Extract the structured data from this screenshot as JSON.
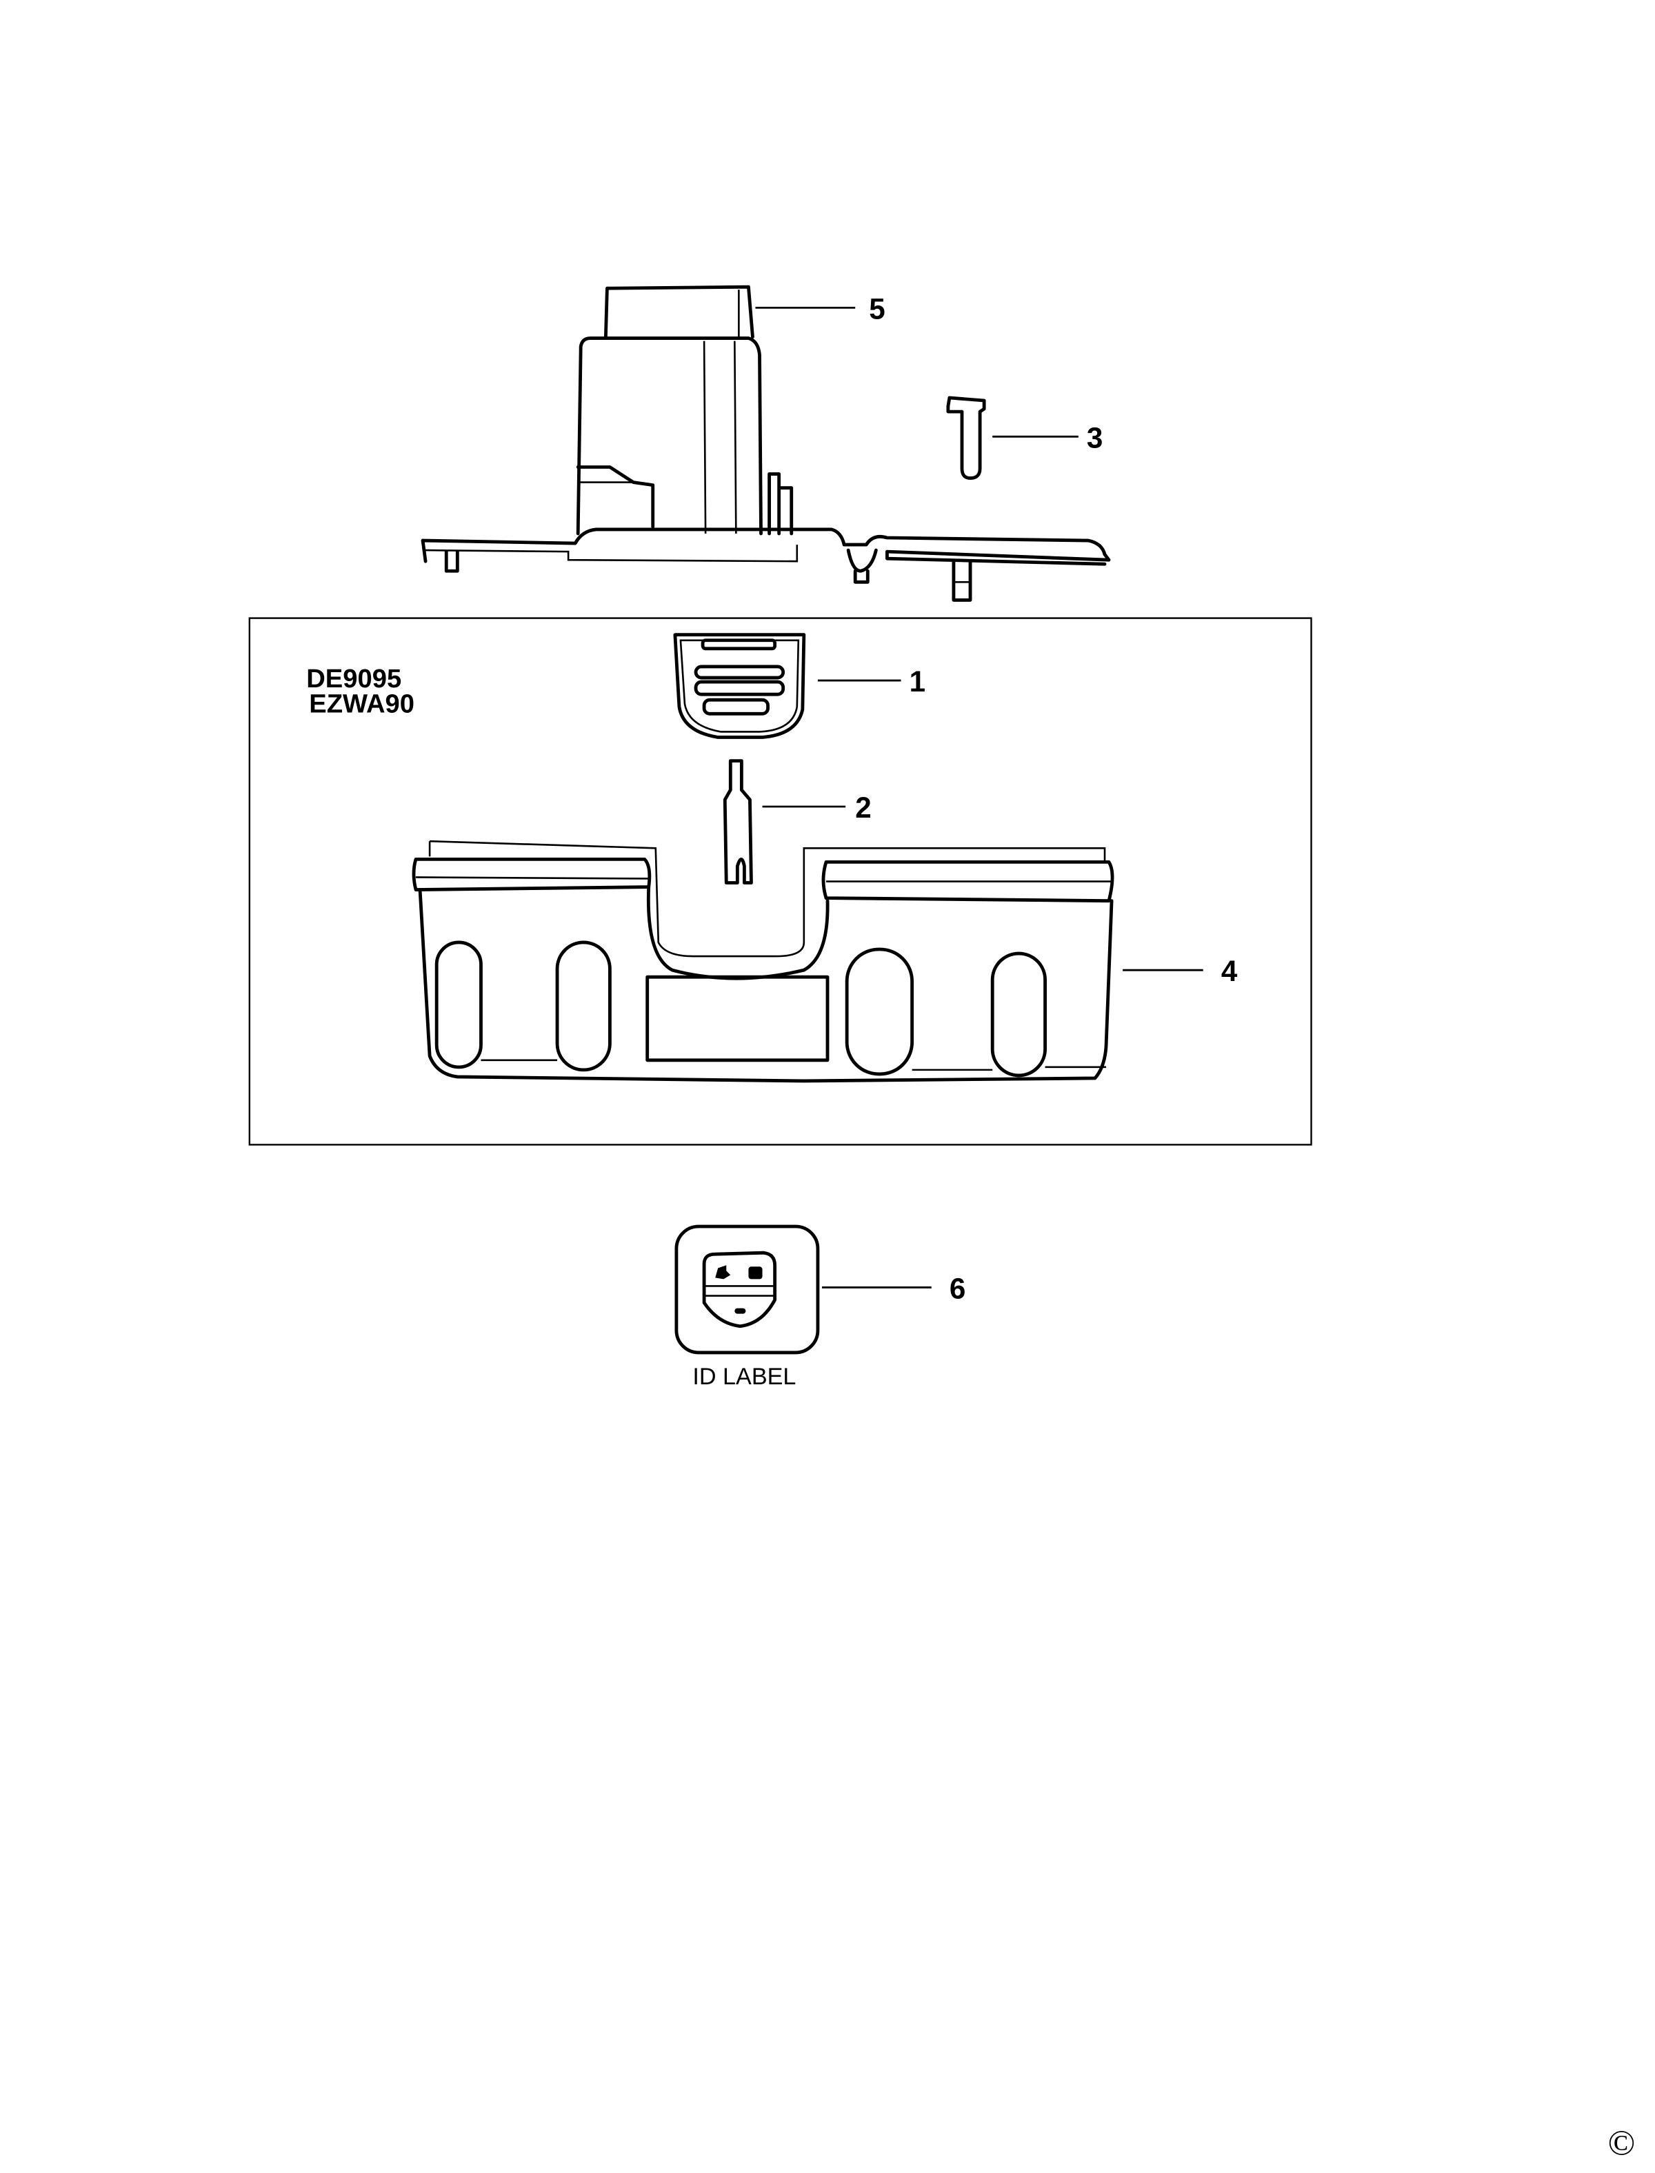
{
  "diagram": {
    "models": [
      "DE9095",
      "EZWA90"
    ],
    "parts": [
      {
        "callout": "1"
      },
      {
        "callout": "2"
      },
      {
        "callout": "3"
      },
      {
        "callout": "4"
      },
      {
        "callout": "5"
      },
      {
        "callout": "6",
        "caption": "ID LABEL"
      }
    ],
    "copyright_symbol": "©",
    "line_color": "#000000",
    "background_color": "#ffffff"
  }
}
